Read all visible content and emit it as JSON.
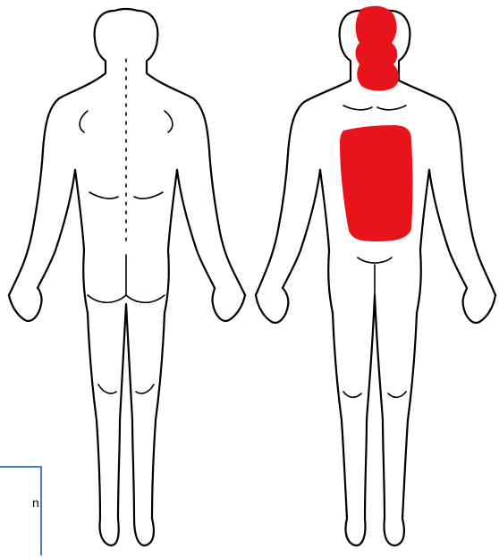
{
  "figure": {
    "views": [
      "back",
      "front"
    ],
    "highlight_color": "#e8141c",
    "highlighted_regions": [
      "head-and-neck",
      "chest"
    ]
  },
  "caption": {
    "text": "n"
  }
}
